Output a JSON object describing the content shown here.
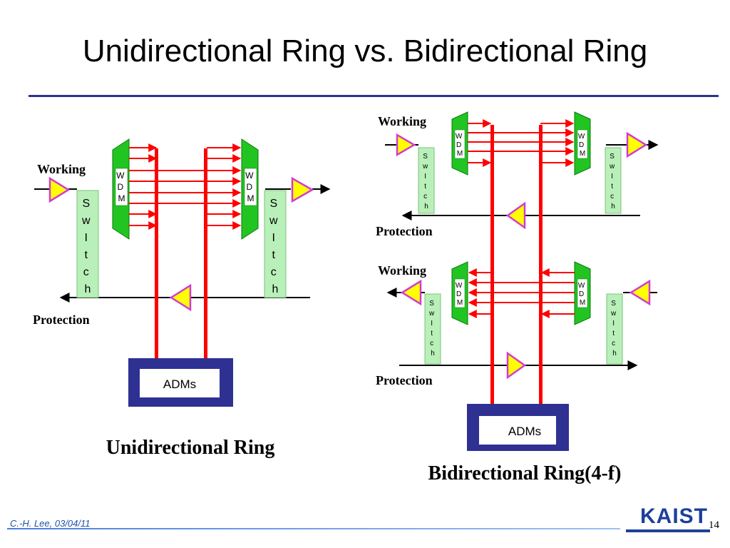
{
  "slide": {
    "title": "Unidirectional Ring vs. Bidirectional Ring",
    "author_date": "C.-H. Lee, 03/04/11",
    "logo": "KAIST",
    "page_number": "14"
  },
  "colors": {
    "title_rule": "#2e3192",
    "fiber": "#ff0000",
    "wdm_fill": "#22c422",
    "switch_fill": "#b9f0b9",
    "amplifier_fill": "#ffff00",
    "amplifier_border": "#d13bd1",
    "adm_box": "#2e3192"
  },
  "unidirectional": {
    "caption": "Unidirectional Ring",
    "working_label": "Working",
    "protection_label": "Protection",
    "wdm_letters": [
      "W",
      "D",
      "M"
    ],
    "switch_letters": [
      "S",
      "w",
      "I",
      "t",
      "c",
      "h"
    ],
    "adm_label": "ADMs"
  },
  "bidirectional": {
    "caption": "Bidirectional Ring(4-f)",
    "top_working_label": "Working",
    "top_protection_label": "Protection",
    "bottom_working_label": "Working",
    "bottom_protection_label": "Protection",
    "wdm_letters": [
      "W",
      "D",
      "M"
    ],
    "switch_letters": [
      "S",
      "w",
      "I",
      "t",
      "c",
      "h"
    ],
    "adm_label": "ADMs"
  }
}
